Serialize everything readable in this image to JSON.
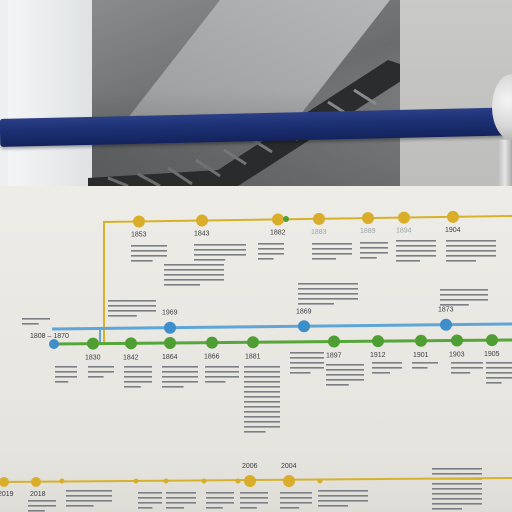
{
  "colors": {
    "gold_line": "#d6b22a",
    "gold_node": "#d9ad29",
    "blue_line": "#5fa5d6",
    "blue_node": "#3d8ec9",
    "green_line": "#57a63a",
    "green_node": "#4e9e33",
    "handrail": "#1d3175"
  },
  "top_years": [
    {
      "year": "1853",
      "faint": false
    },
    {
      "year": "1843",
      "faint": false
    },
    {
      "year": "1882",
      "faint": false
    },
    {
      "year": "1883",
      "faint": true
    },
    {
      "year": "1889",
      "faint": true
    },
    {
      "year": "1894",
      "faint": true
    },
    {
      "year": "1904",
      "faint": false
    }
  ],
  "blue_years": [
    {
      "year": "1969"
    },
    {
      "year": "1869"
    },
    {
      "year": "1873"
    }
  ],
  "green_years": [
    {
      "year": "1830"
    },
    {
      "year": "1842"
    },
    {
      "year": "1864"
    },
    {
      "year": "1866"
    },
    {
      "year": "1881"
    },
    {
      "year": "1897"
    },
    {
      "year": "1912"
    },
    {
      "year": "1901"
    },
    {
      "year": "1903"
    },
    {
      "year": "1905"
    }
  ],
  "left_label": "1808 – 1870",
  "bottom_years": [
    {
      "year": "2006"
    },
    {
      "year": "2004"
    }
  ],
  "bottom_left_years": [
    {
      "year": "2019"
    },
    {
      "year": "2018"
    }
  ]
}
